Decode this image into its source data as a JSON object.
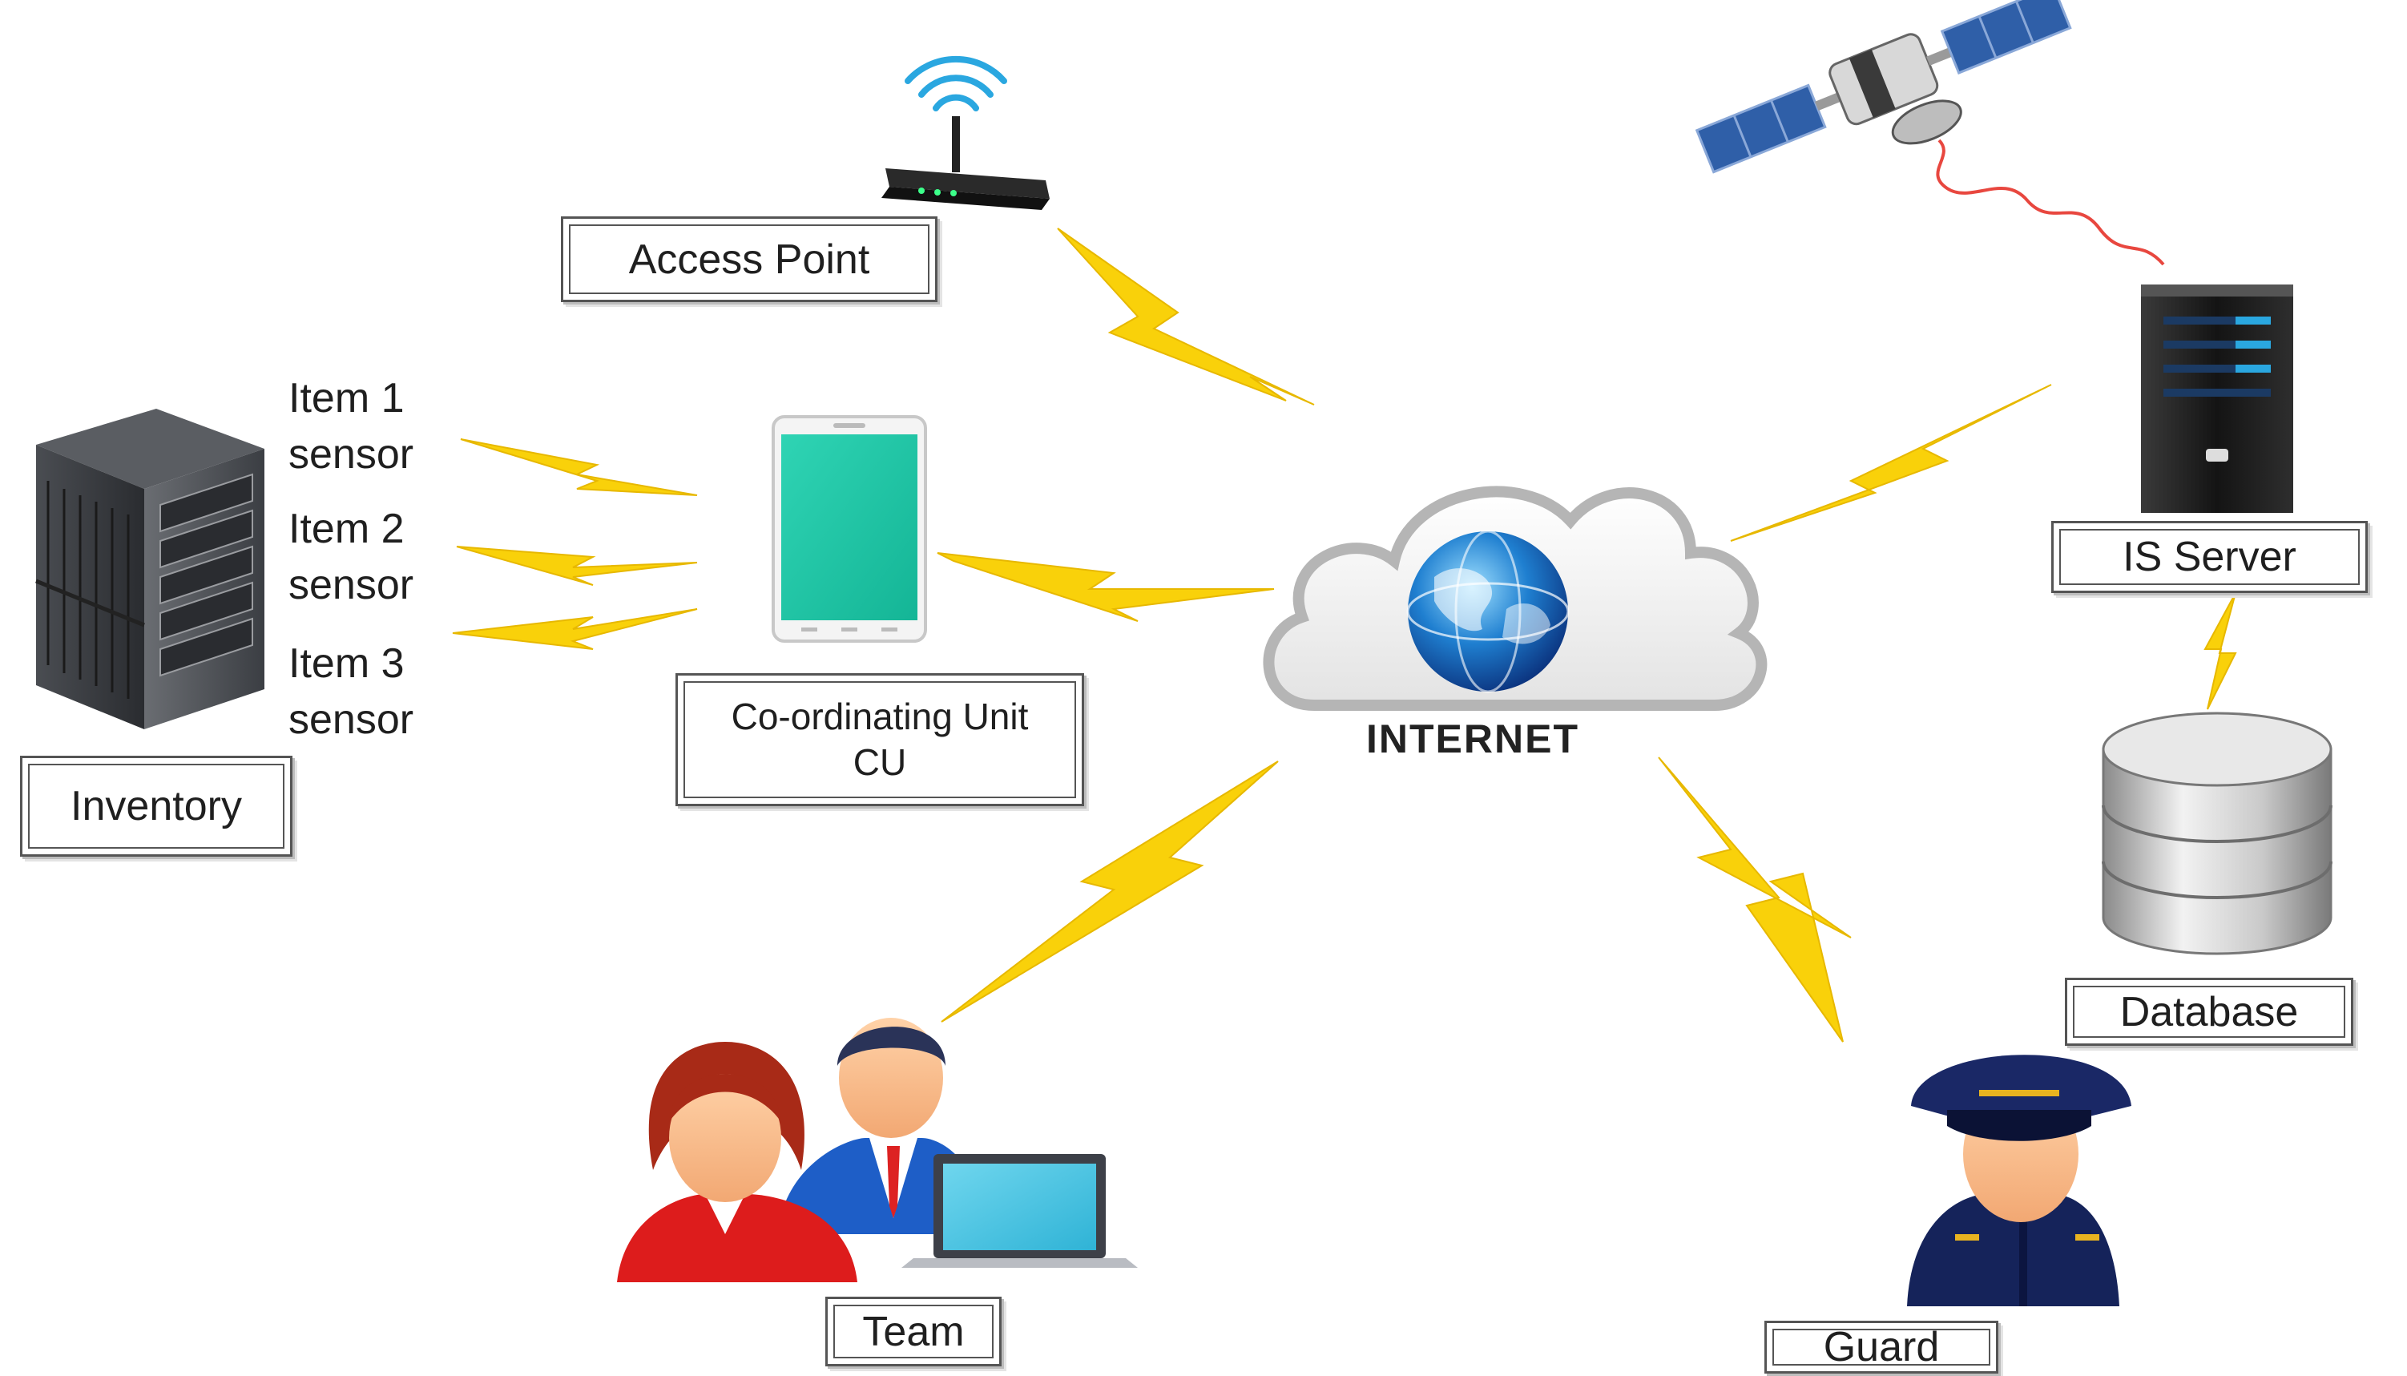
{
  "labels": {
    "access_point": "Access Point",
    "coordinating_unit_line1": "Co-ordinating Unit",
    "coordinating_unit_line2": "CU",
    "inventory": "Inventory",
    "is_server": "IS Server",
    "database": "Database",
    "team": "Team",
    "guard": "Guard",
    "internet": "INTERNET"
  },
  "sensors": [
    {
      "line1": "Item 1",
      "line2": "sensor"
    },
    {
      "line1": "Item 2",
      "line2": "sensor"
    },
    {
      "line1": "Item 3",
      "line2": "sensor"
    }
  ],
  "icons": [
    "router-icon",
    "satellite-icon",
    "server-tower-icon",
    "server-rack-icon",
    "smartphone-icon",
    "cloud-globe-icon",
    "database-icon",
    "team-icon",
    "laptop-icon",
    "guard-icon",
    "lightning-bolt-icon"
  ],
  "colors": {
    "bolt": "#f9d10a",
    "phone_screen": "#1fc5a6",
    "signal": "#e8473f",
    "wifi": "#2aa7e0"
  }
}
